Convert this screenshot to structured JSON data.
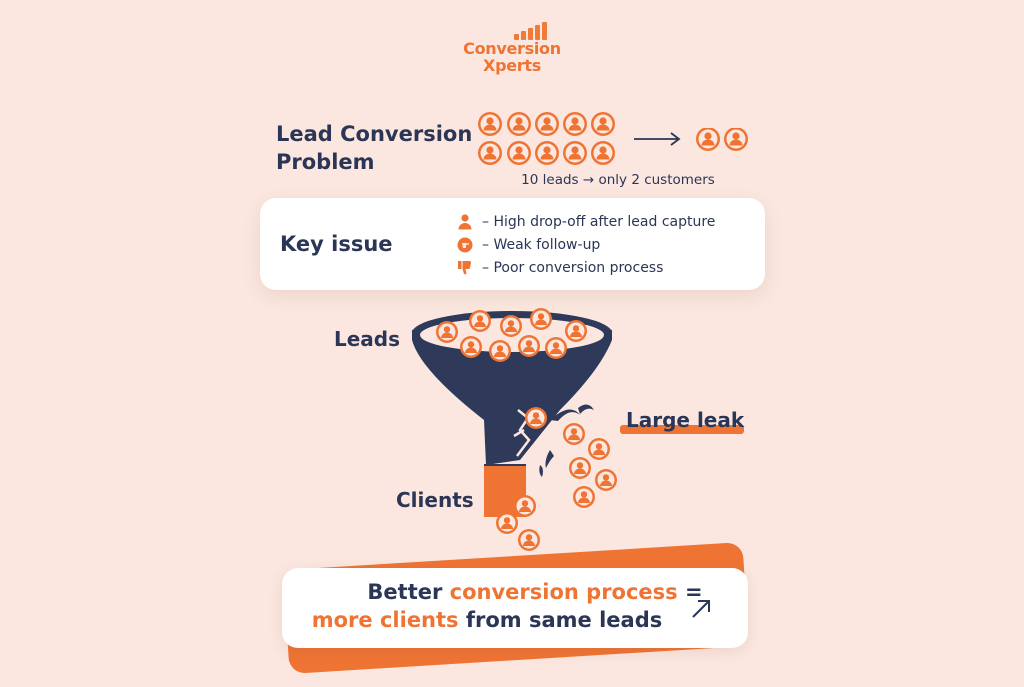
{
  "logo": {
    "line1": "Conversion",
    "line2": "Xperts"
  },
  "problem": {
    "title_line1": "Lead Conversion",
    "title_line2": "Problem",
    "leads_count": 10,
    "customers_count": 2,
    "caption": "10 leads → only 2 customers"
  },
  "key_issue": {
    "title": "Key issue",
    "items": [
      {
        "icon": "person-icon",
        "text": "– High drop-off after lead capture"
      },
      {
        "icon": "speech-hand-icon",
        "text": "– Weak follow-up"
      },
      {
        "icon": "thumbs-down-icon",
        "text": "– Poor conversion process"
      }
    ]
  },
  "funnel": {
    "label_leads": "Leads",
    "label_leak": "Large leak",
    "label_clients": "Clients"
  },
  "banner": {
    "part1": "Better ",
    "part2": "conversion process",
    "part3": " =",
    "part4": "more clients",
    "part5": " from same leads"
  },
  "colors": {
    "accent": "#ef7434",
    "navy": "#2b3656",
    "background": "#fbe7df"
  }
}
